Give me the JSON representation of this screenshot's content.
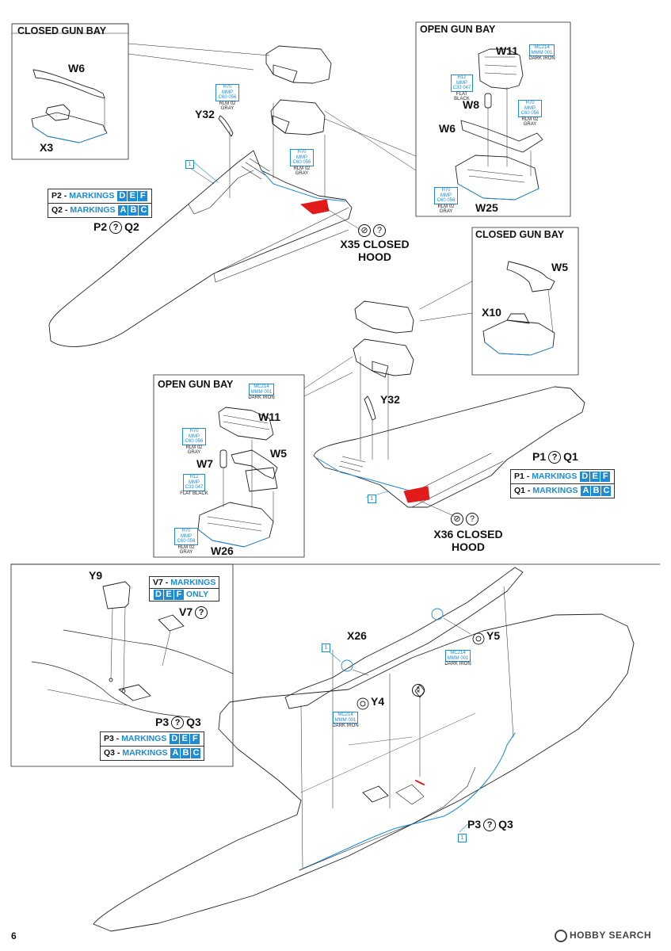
{
  "page_number": "6",
  "footer_logo": "HOBBY SEARCH",
  "sections": {
    "top_left_inset": {
      "title": "CLOSED GUN BAY",
      "parts": [
        "W6",
        "X3"
      ]
    },
    "top_right_inset": {
      "title": "OPEN GUN BAY",
      "parts": [
        "W11",
        "W8",
        "W6",
        "W25"
      ],
      "paints": [
        {
          "codes": "MC214 MMM 001",
          "name": "DARK IRON"
        },
        {
          "codes": "H12 MMP C33 047",
          "name": "FLAT BLACK"
        },
        {
          "codes": "H70 MMP C60 056",
          "name": "RLM 02 GRAY"
        },
        {
          "codes": "H70 MMP C60 056",
          "name": "RLM 02 GRAY"
        }
      ]
    },
    "upper_wing": {
      "part": "Y32",
      "paints": [
        {
          "codes": "H70 MMP C60 056",
          "name": "RLM 02 GRAY"
        },
        {
          "codes": "H70 MMP C60 056",
          "name": "RLM 02 GRAY"
        }
      ],
      "step_box": "1",
      "markings": [
        {
          "label": "P2 - ",
          "text": "MARKINGS",
          "letters": [
            "D",
            "E",
            "F"
          ]
        },
        {
          "label": "Q2 - ",
          "text": "MARKINGS",
          "letters": [
            "A",
            "B",
            "C"
          ]
        }
      ],
      "option": {
        "left": "P2",
        "right": "Q2"
      },
      "hood": {
        "line1": "X35 CLOSED",
        "line2": "HOOD"
      }
    },
    "mid_right_inset": {
      "title": "CLOSED GUN BAY",
      "parts": [
        "W5",
        "X10"
      ]
    },
    "mid_left_inset": {
      "title": "OPEN GUN BAY",
      "parts": [
        "W11",
        "W5",
        "W7",
        "W26"
      ],
      "paints": [
        {
          "codes": "MC214 MMM 001",
          "name": "DARK IRON"
        },
        {
          "codes": "H70 MMP C60 056",
          "name": "RLM 02 GRAY"
        },
        {
          "codes": "H12 MMP C33 047",
          "name": "FLAT BLACK"
        },
        {
          "codes": "H70 MMP C60 056",
          "name": "RLM 02 GRAY"
        }
      ]
    },
    "lower_wing": {
      "part": "Y32",
      "step_box": "1",
      "option": {
        "left": "P1",
        "right": "Q1"
      },
      "markings": [
        {
          "label": "P1 - ",
          "text": "MARKINGS",
          "letters": [
            "D",
            "E",
            "F"
          ]
        },
        {
          "label": "Q1 - ",
          "text": "MARKINGS",
          "letters": [
            "A",
            "B",
            "C"
          ]
        }
      ],
      "hood": {
        "line1": "X36 CLOSED",
        "line2": "HOOD"
      }
    },
    "bottom_left_inset": {
      "parts": [
        "Y9",
        "V7"
      ],
      "v7_marking": {
        "label": "V7 - ",
        "text": "MARKINGS",
        "letters": [
          "D",
          "E",
          "F"
        ],
        "suffix": "ONLY"
      },
      "option": {
        "left": "P3",
        "right": "Q3"
      },
      "markings": [
        {
          "label": "P3 - ",
          "text": "MARKINGS",
          "letters": [
            "D",
            "E",
            "F"
          ]
        },
        {
          "label": "Q3 - ",
          "text": "MARKINGS",
          "letters": [
            "A",
            "B",
            "C"
          ]
        }
      ]
    },
    "bottom_wing": {
      "parts": [
        "X26",
        "Y5",
        "Y4"
      ],
      "paints": [
        {
          "codes": "MC214 MMM 001",
          "name": "DARK IRON"
        },
        {
          "codes": "MC214 MMM 001",
          "name": "DARK IRON"
        }
      ],
      "step_boxes": [
        "1",
        "1"
      ],
      "option": {
        "left": "P3",
        "right": "Q3"
      }
    }
  }
}
